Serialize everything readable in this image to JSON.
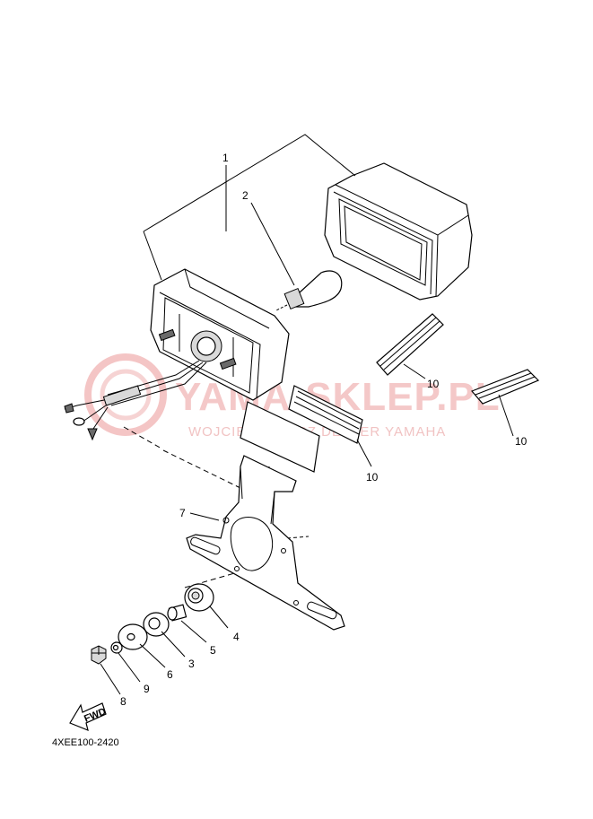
{
  "diagram": {
    "part_code": "4XEE100-2420",
    "fwd_label": "FWD",
    "callouts": [
      "1",
      "2",
      "3",
      "4",
      "5",
      "6",
      "7",
      "8",
      "9",
      "10",
      "10",
      "10"
    ]
  },
  "watermark": {
    "brand": "YAMA-SKLEP.PL",
    "subtitle": "WOJCIECHOWICZ DEALER YAMAHA",
    "color": "#e57c7c"
  }
}
